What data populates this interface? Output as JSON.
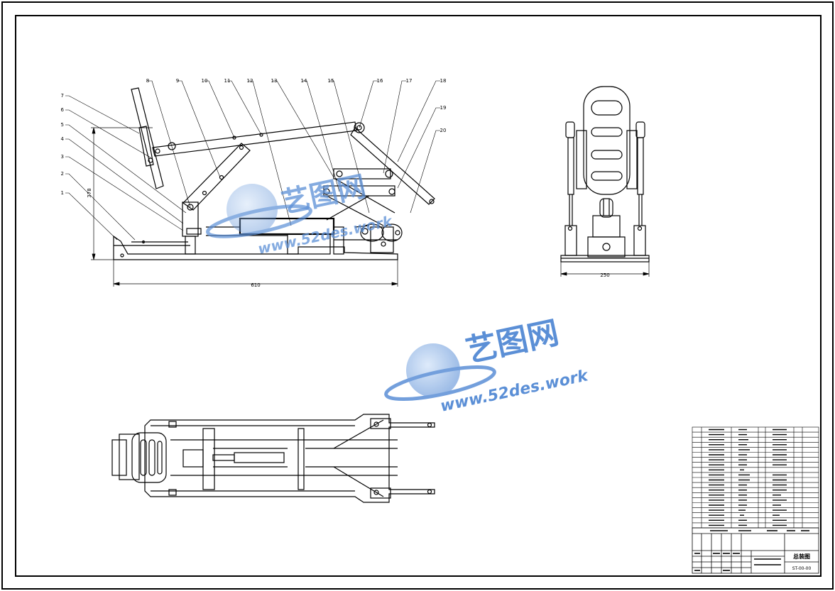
{
  "drawing": {
    "dimensions": {
      "side_width": "610",
      "side_height": "378",
      "front_width": "250"
    },
    "balloons": [
      "1",
      "2",
      "3",
      "4",
      "5",
      "6",
      "7",
      "8",
      "9",
      "10",
      "11",
      "12",
      "13",
      "14",
      "15",
      "16",
      "17",
      "18",
      "19",
      "20"
    ],
    "watermark": {
      "brand_cn": "艺图网",
      "brand_url": "www.52des.work"
    },
    "title_block": {
      "drawing_title": "总装图",
      "drawing_number": "ST-00-00"
    },
    "colors": {
      "line": "#000000",
      "watermark_blue": "#5b8fd6",
      "watermark_light": "#9cc0ee"
    }
  }
}
